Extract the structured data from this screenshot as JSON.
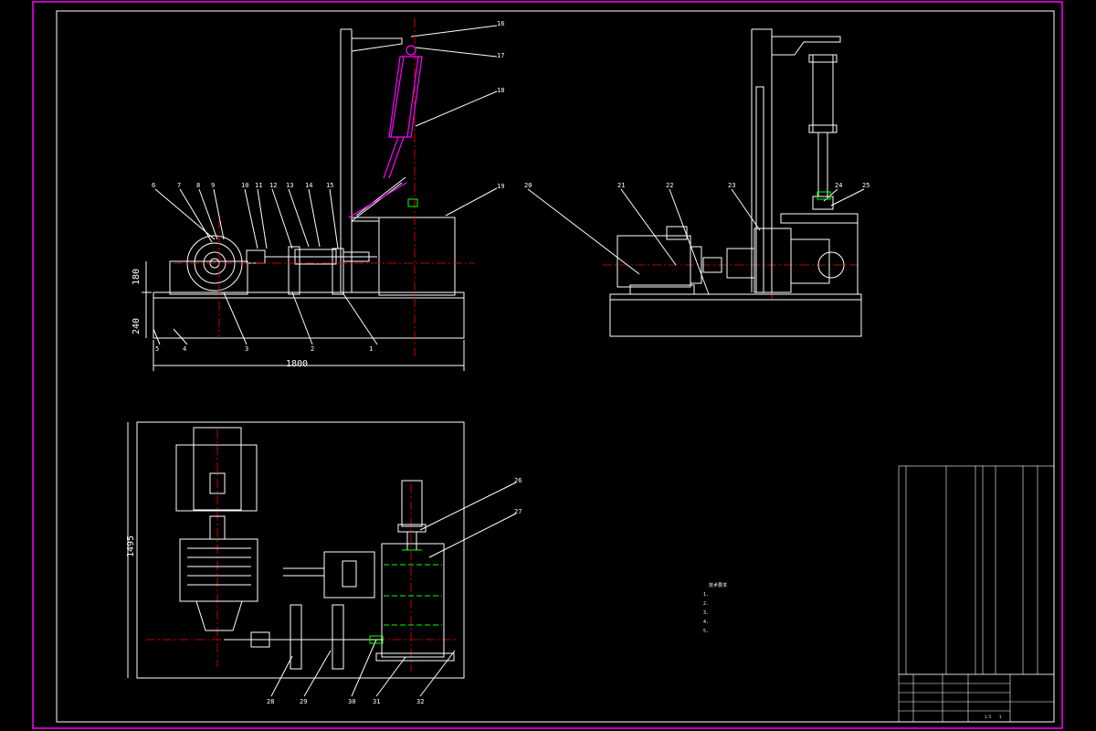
{
  "colors": {
    "background": "#000000",
    "border": "#ff00ff",
    "lines": "#ffffff",
    "centerline": "#ff0000",
    "cylinder": "#ff00ff",
    "green": "#00ff00"
  },
  "dimensions": {
    "overall_length": "1800",
    "base_height": "240",
    "shaft_height": "180",
    "plan_depth": "1495"
  },
  "front_view_labels": [
    "1",
    "2",
    "3",
    "4",
    "5",
    "6",
    "7",
    "8",
    "9",
    "10",
    "11",
    "12",
    "13",
    "14",
    "15",
    "16",
    "17",
    "18",
    "19"
  ],
  "side_view_labels": [
    "20",
    "21",
    "22",
    "23",
    "24",
    "25"
  ],
  "plan_view_labels": [
    "26",
    "27",
    "28",
    "29",
    "30",
    "31",
    "32"
  ],
  "tech_notes": [
    "技术要求",
    "1.",
    "2.",
    "3.",
    "4.",
    "5."
  ],
  "title_block": {
    "drawing_title": "",
    "scale": "1:5",
    "sheet": "1"
  }
}
